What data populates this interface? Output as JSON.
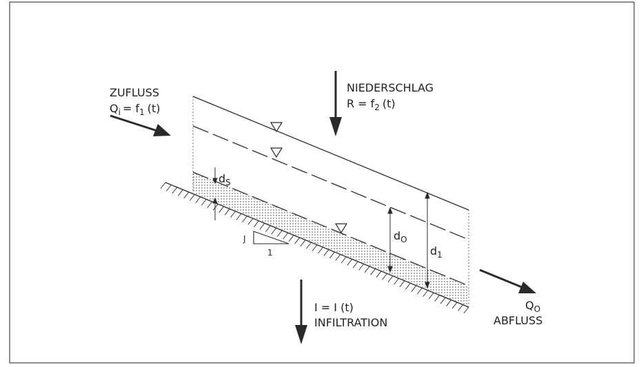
{
  "diagram": {
    "inflow": {
      "title": "ZUFLUSS",
      "var": "Q",
      "var_sub": "i",
      "eq": "= f",
      "eq_sub": "1",
      "arg": "(t)"
    },
    "precipitation": {
      "title": "NIEDERSCHLAG",
      "var": "R",
      "eq": "= f",
      "eq_sub": "2",
      "arg": "(t)"
    },
    "infiltration": {
      "eq": "I = I (t)",
      "title": "INFILTRATION"
    },
    "outflow": {
      "var": "Q",
      "var_sub": "O",
      "title": "ABFLUSS"
    },
    "soil_depth": {
      "var": "d",
      "sub": "S"
    },
    "depth_0": {
      "var": "d",
      "sub": "O"
    },
    "depth_1": {
      "var": "d",
      "sub": "1"
    },
    "slope": {
      "rise": "J",
      "run": "1"
    }
  },
  "colors": {
    "line": "#2a2a2a",
    "background": "#ffffff"
  }
}
